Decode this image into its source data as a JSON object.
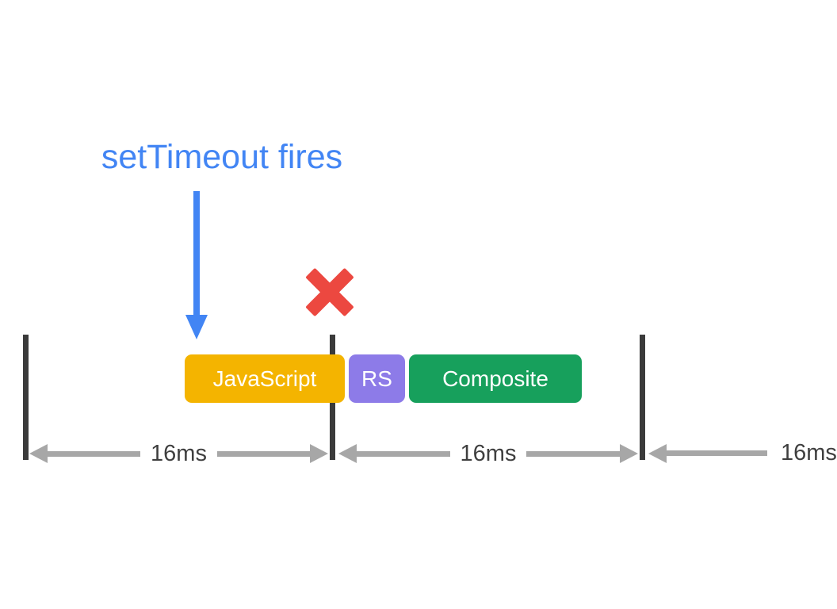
{
  "diagram": {
    "annotation": {
      "label": "setTimeout fires",
      "color": "#4285F4"
    },
    "x_mark": {
      "meaning": "missed frame boundary",
      "color": "#EC4840"
    },
    "frame_lines": {
      "count": 3,
      "color": "#3B3B3B"
    },
    "bars": [
      {
        "label": "JavaScript",
        "color": "#F4B400"
      },
      {
        "label": "RS",
        "color": "#8D7BE8"
      },
      {
        "label": "Composite",
        "color": "#17A05C"
      }
    ],
    "intervals": [
      {
        "label": "16ms"
      },
      {
        "label": "16ms"
      },
      {
        "label": "16ms"
      }
    ],
    "colors": {
      "arrow_gray": "#A7A7A7",
      "interval_text": "#3F3F3F",
      "bar_text": "#FFFFFF",
      "background": "#FFFFFF"
    }
  }
}
